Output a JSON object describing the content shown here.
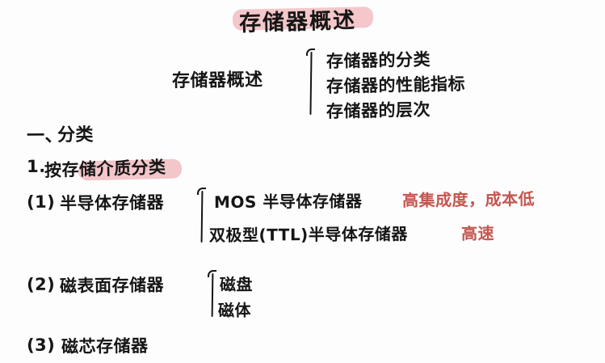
{
  "document": {
    "kind": "handwritten-study-note",
    "language": "zh",
    "title": "存储器概述",
    "colors": {
      "ink": "#161616",
      "highlight_pink": "#f3c4c7",
      "annotation_red": "#c4564f",
      "paper": "#fdfdfe"
    }
  },
  "title_block": {
    "text": "存储器概述",
    "highlighted": true
  },
  "overview": {
    "label": "存储器概述",
    "branches": [
      "存储器的分类",
      "存储器的性能指标",
      "存储器的层次"
    ]
  },
  "sections": [
    {
      "number": "一、",
      "heading": "分类",
      "subsections": [
        {
          "number": "1.",
          "heading": "按存储介质分类",
          "highlight_text": "存储介质分类",
          "items": [
            {
              "number": "(1)",
              "label": "半导体存储器",
              "branches": [
                {
                  "text": "MOS 半导体存储器",
                  "annotation": "高集成度，成本低"
                },
                {
                  "text": "双极型(TTL)半导体存储器",
                  "annotation": "高速"
                }
              ]
            },
            {
              "number": "(2)",
              "label": "磁表面存储器",
              "branches": [
                {
                  "text": "磁盘",
                  "annotation": ""
                },
                {
                  "text": "磁体",
                  "annotation": ""
                }
              ]
            },
            {
              "number": "(3)",
              "label": "磁芯存储器",
              "branches": []
            }
          ]
        }
      ]
    }
  ]
}
